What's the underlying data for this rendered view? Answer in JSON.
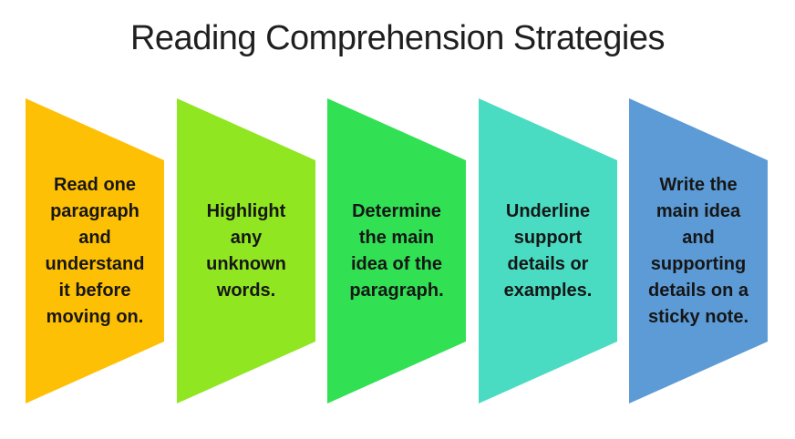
{
  "title": "Reading Comprehension Strategies",
  "diagram": {
    "steps": [
      {
        "label": "Read one\nparagraph\nand\nunderstand\nit before\nmoving on.",
        "color": "#fec005"
      },
      {
        "label": "Highlight\nany\nunknown\nwords.",
        "color": "#90e620"
      },
      {
        "label": "Determine\nthe main\nidea of the\nparagraph.",
        "color": "#31e053"
      },
      {
        "label": "Underline\nsupport\ndetails or\nexamples.",
        "color": "#49dcc2"
      },
      {
        "label": "Write the\nmain idea\nand\nsupporting\ndetails on a\nsticky note.",
        "color": "#5c9bd6"
      }
    ]
  }
}
